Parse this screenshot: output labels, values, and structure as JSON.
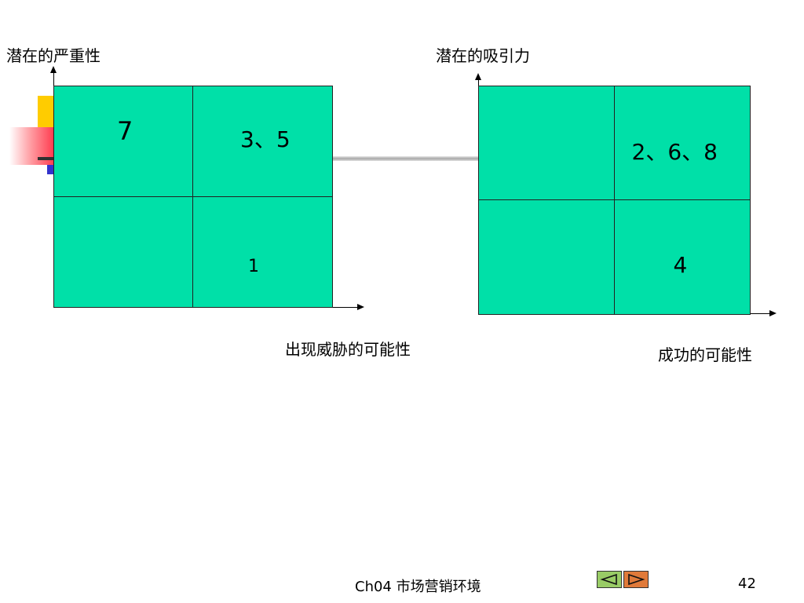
{
  "colors": {
    "quadrant_fill": "#00e0a8",
    "line": "#222222",
    "nav_prev": "#99cc66",
    "nav_next": "#e07a3a"
  },
  "threat_matrix": {
    "y_label": "潜在的严重性",
    "x_label": "出现威胁的可能性",
    "cells": [
      "7",
      "3、5",
      "",
      "1"
    ]
  },
  "opportunity_matrix": {
    "y_label": "潜在的吸引力",
    "x_label": "成功的可能性",
    "cells": [
      "",
      "2、6、8",
      "",
      "4"
    ]
  },
  "footer": {
    "title": "Ch04 市场营销环境",
    "page": "42",
    "prev_icon": "triangle-left-icon",
    "next_icon": "triangle-right-icon"
  }
}
